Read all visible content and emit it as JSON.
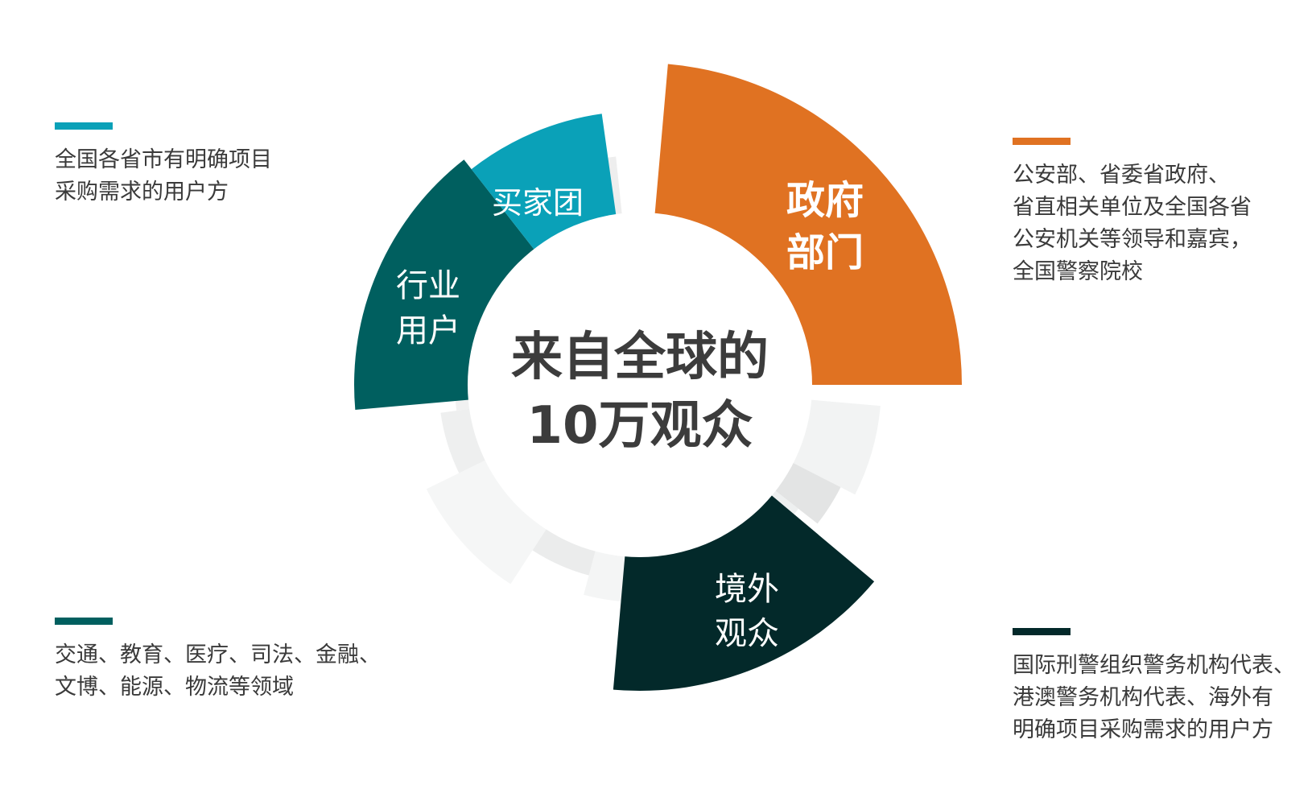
{
  "center": {
    "line1": "来自全球的",
    "line2": "10万观众"
  },
  "segments": [
    {
      "id": "government",
      "line1": "政府",
      "line2": "部门",
      "color": "#e07222"
    },
    {
      "id": "overseas",
      "line1": "境外",
      "line2": "观众",
      "color": "#03292a"
    },
    {
      "id": "industry",
      "line1": "行业",
      "line2": "用户",
      "color": "#005f5f"
    },
    {
      "id": "buyers",
      "line1": "买家团",
      "line2": "",
      "color": "#0aa1b8"
    }
  ],
  "callouts": {
    "buyers": {
      "color": "#0aa1b8",
      "lines": [
        "全国各省市有明确项目",
        "采购需求的用户方"
      ]
    },
    "government": {
      "color": "#e07222",
      "lines": [
        "公安部、省委省政府、",
        "省直相关单位及全国各省",
        "公安机关等领导和嘉宾，",
        "全国警察院校"
      ]
    },
    "industry": {
      "color": "#005f5f",
      "lines": [
        "交通、教育、医疗、司法、金融、",
        "文博、能源、物流等领域"
      ]
    },
    "overseas": {
      "color": "#03292a",
      "lines": [
        "国际刑警组织警务机构代表、",
        "港澳警务机构代表、海外有",
        "明确项目采购需求的用户方"
      ]
    }
  }
}
